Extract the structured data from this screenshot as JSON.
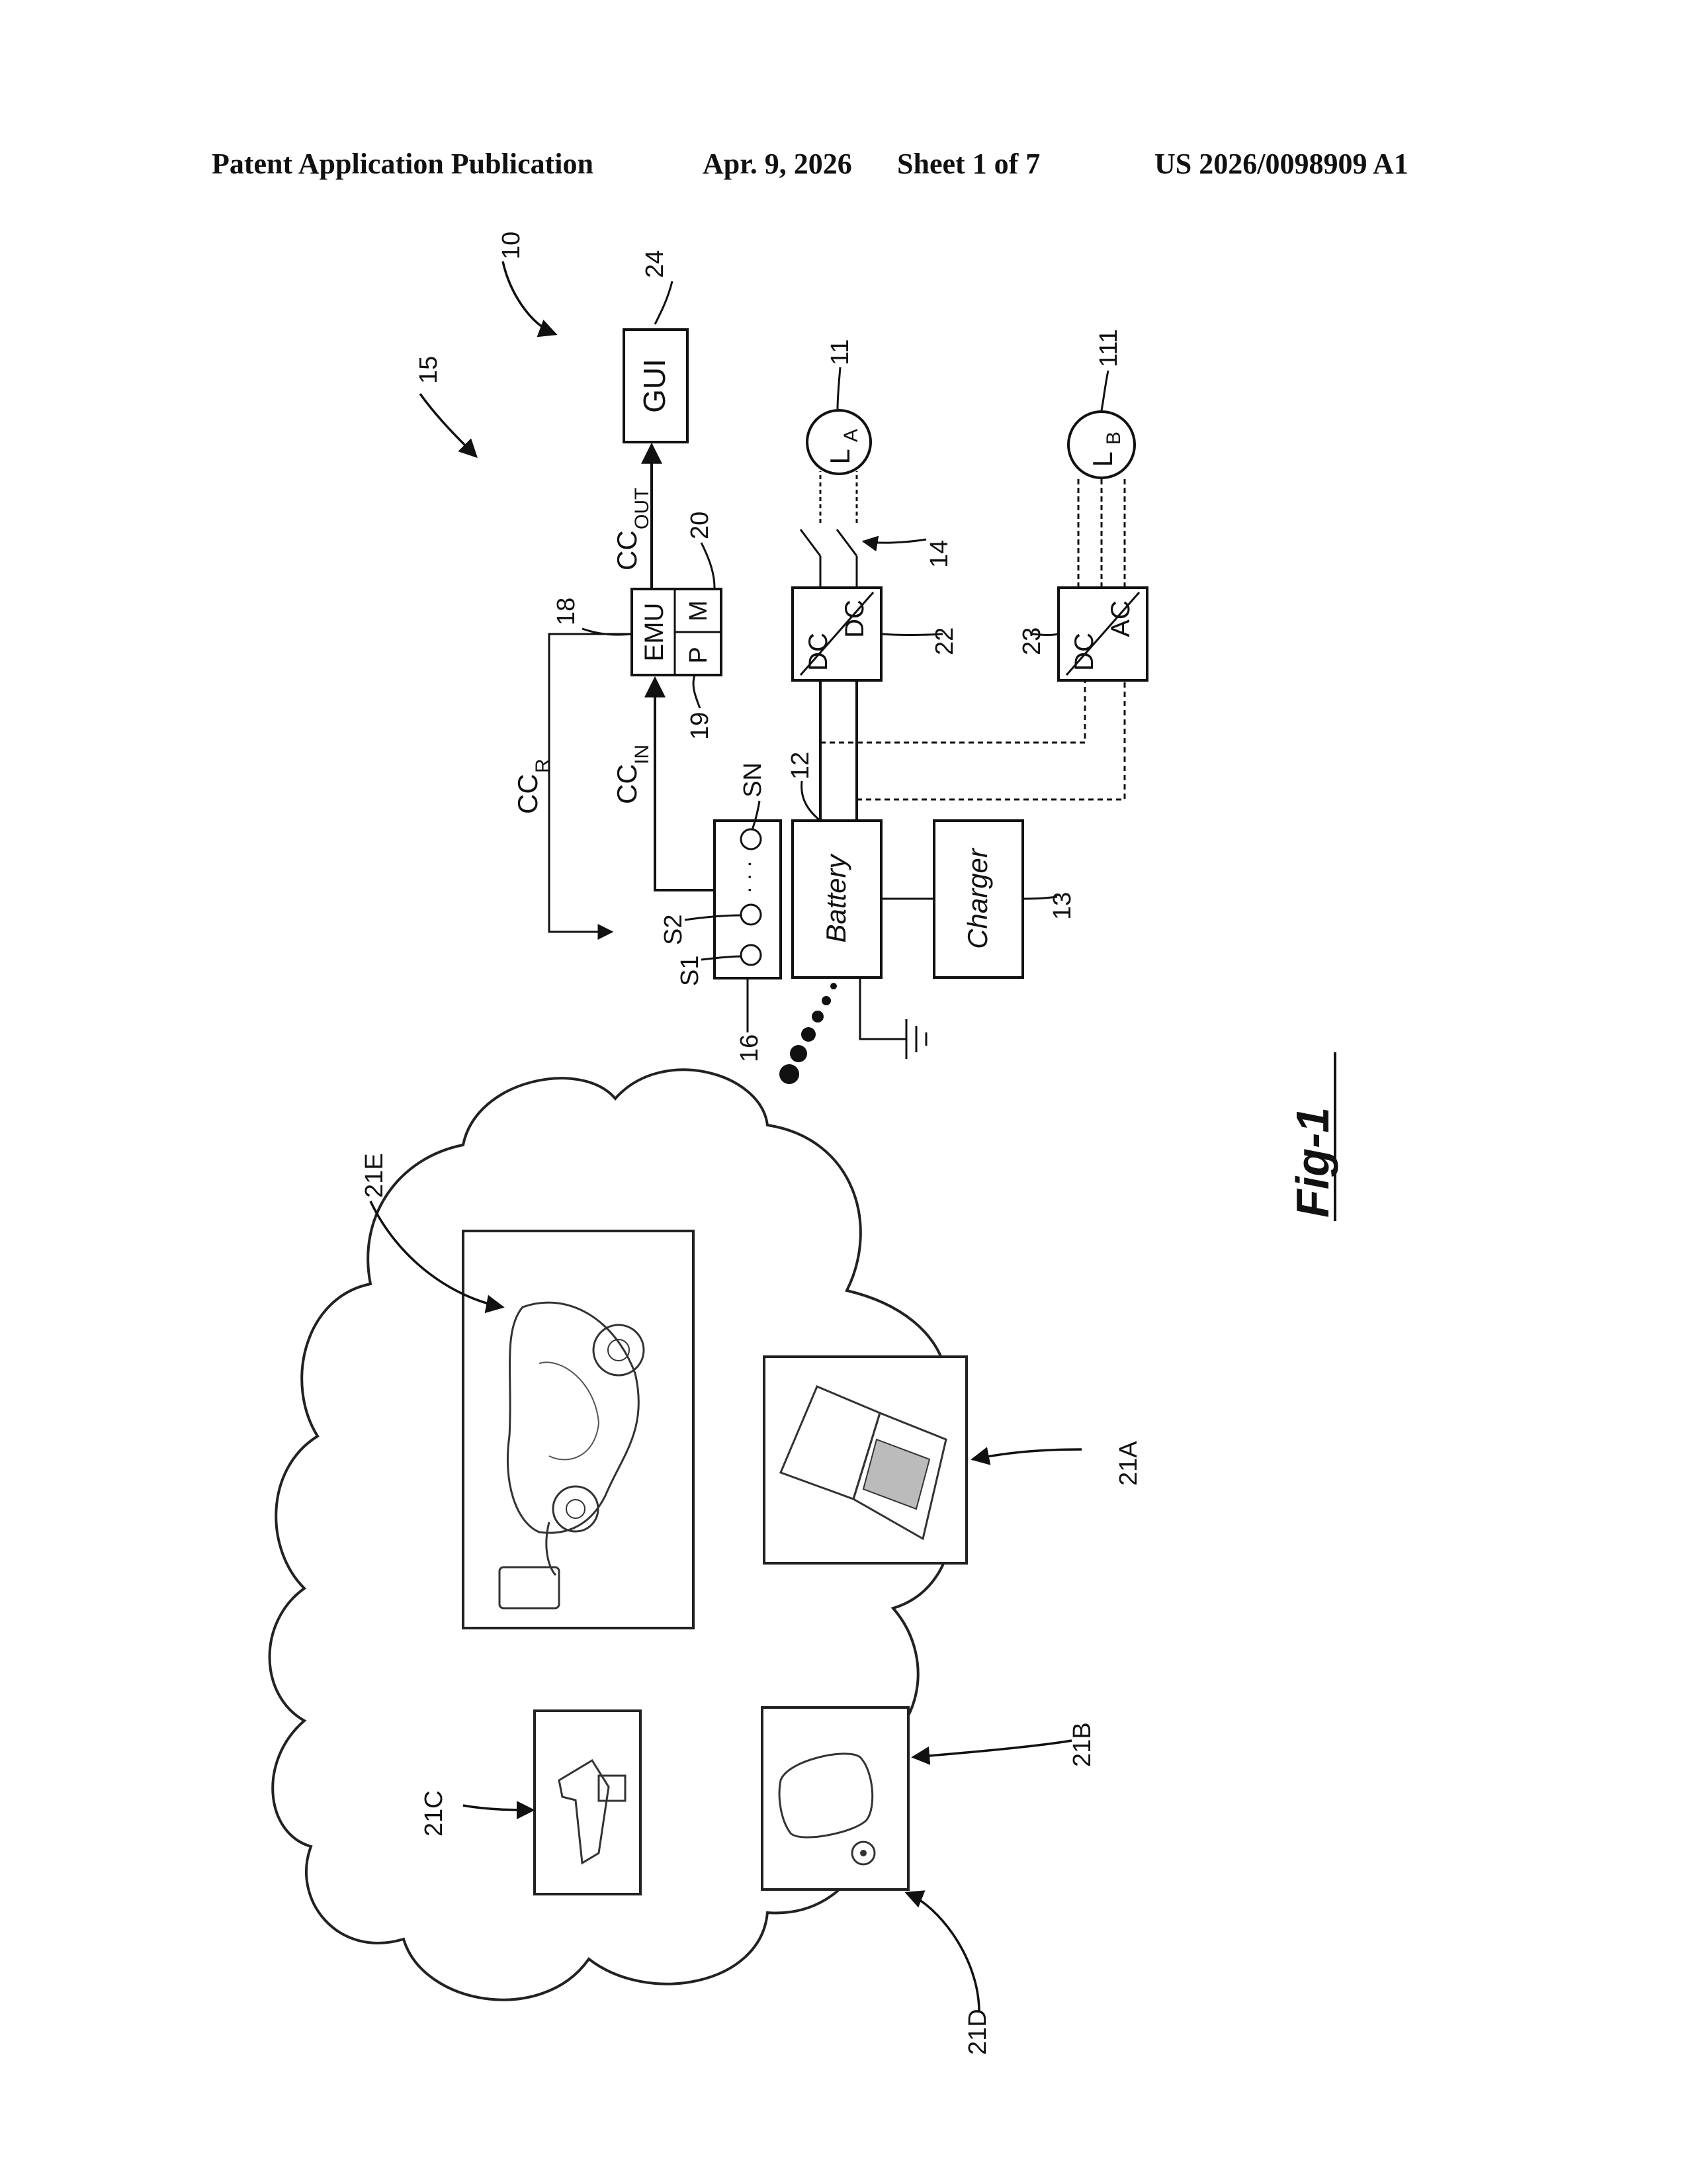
{
  "header": {
    "publication": "Patent Application Publication",
    "date": "Apr. 9, 2026",
    "sheet": "Sheet 1 of 7",
    "number": "US 2026/0098909 A1"
  },
  "figure": {
    "caption": "Fig-1",
    "refs": {
      "r10": "10",
      "r11": "11",
      "r111": "111",
      "r12": "12",
      "r13": "13",
      "r14": "14",
      "r15": "15",
      "r16": "16",
      "r18": "18",
      "r19": "19",
      "r20": "20",
      "r22": "22",
      "r23": "23",
      "r24": "24",
      "r21A": "21A",
      "r21B": "21B",
      "r21C": "21C",
      "r21D": "21D",
      "r21E": "21E"
    },
    "blocks": {
      "gui": "GUI",
      "emu": "EMU",
      "p": "P",
      "m": "M",
      "dcdc_top": "DC",
      "dcdc_bottom": "DC",
      "dcac_top": "DC",
      "dcac_bottom": "AC",
      "battery": "Battery",
      "charger": "Charger"
    },
    "loads": {
      "la_main": "L",
      "la_sub": "A",
      "lb_main": "L",
      "lb_sub": "B"
    },
    "sensors": {
      "s1": "S1",
      "s2": "S2",
      "sn": "SN",
      "dots": "· · ·"
    },
    "signals": {
      "cc": "CC",
      "out": "OUT",
      "in": "IN",
      "r": "R"
    }
  }
}
